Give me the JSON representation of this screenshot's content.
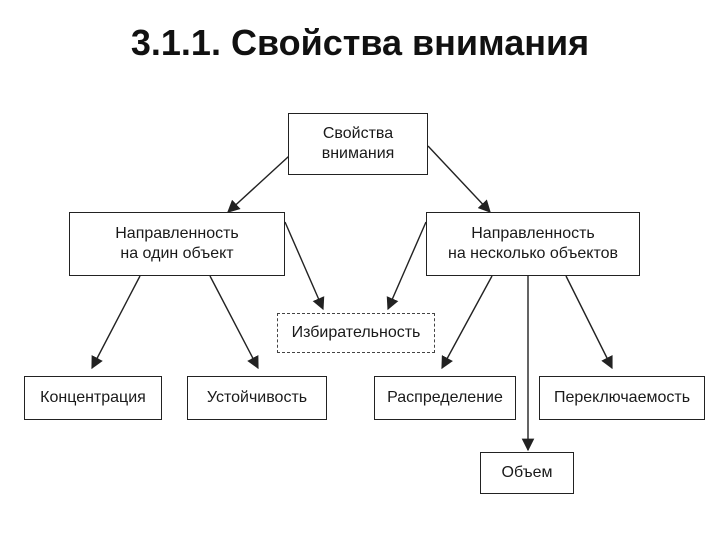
{
  "slide": {
    "title": "3.1.1. Свойства внимания"
  },
  "diagram": {
    "nodes": {
      "root": "Свойства\nвнимания",
      "single": "Направленность\nна один объект",
      "multi": "Направленность\nна несколько объектов",
      "selectivity": "Избирательность",
      "concentration": "Концентрация",
      "stability": "Устойчивость",
      "distribution": "Распределение",
      "switching": "Переключаемость",
      "volume": "Объем"
    },
    "edges": [
      [
        "root",
        "single"
      ],
      [
        "root",
        "multi"
      ],
      [
        "single",
        "concentration"
      ],
      [
        "single",
        "stability"
      ],
      [
        "single",
        "selectivity"
      ],
      [
        "multi",
        "selectivity"
      ],
      [
        "multi",
        "distribution"
      ],
      [
        "multi",
        "switching"
      ],
      [
        "multi",
        "volume"
      ]
    ],
    "line_color": "#222222"
  }
}
